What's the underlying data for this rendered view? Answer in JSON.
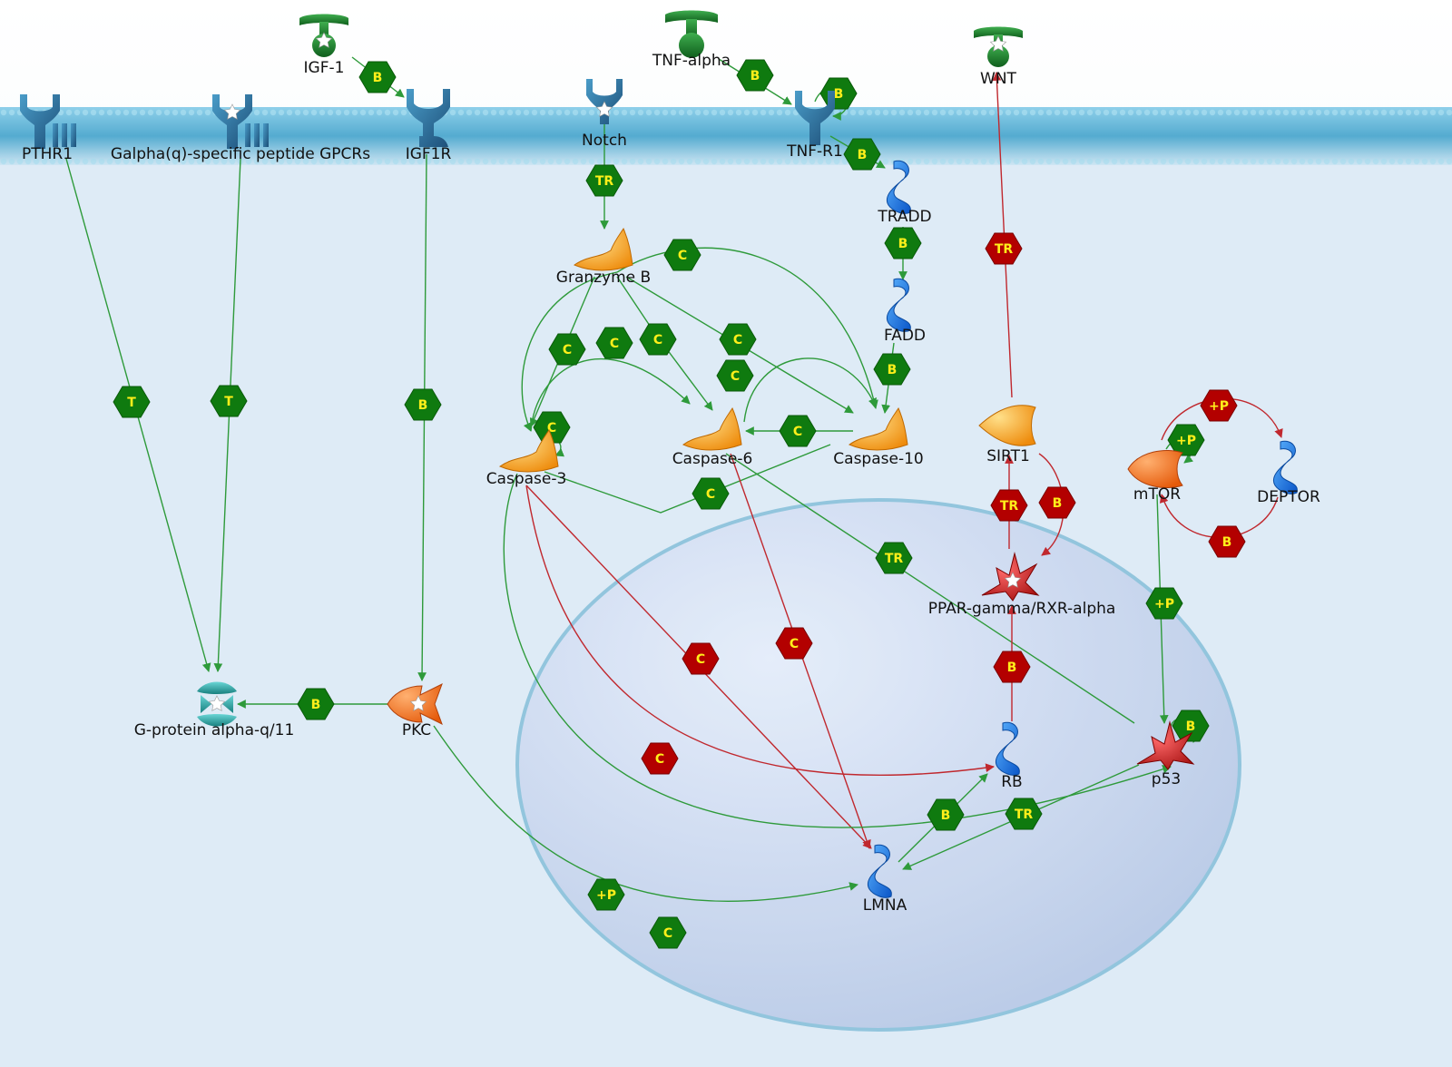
{
  "nodes": {
    "igf1": "IGF-1",
    "tnf_alpha": "TNF-alpha",
    "wnt": "WNT",
    "pthr1": "PTHR1",
    "gpcrs": "Galpha(q)-specific peptide GPCRs",
    "igf1r": "IGF1R",
    "notch": "Notch",
    "tnf_r1": "TNF-R1",
    "tradd": "TRADD",
    "fadd": "FADD",
    "granzyme_b": "Granzyme B",
    "caspase_3": "Caspase-3",
    "caspase_6": "Caspase-6",
    "caspase_10": "Caspase-10",
    "sirt1": "SIRT1",
    "mtor": "mTOR",
    "deptor": "DEPTOR",
    "ppar_rxr": "PPAR-gamma/RXR-alpha",
    "g_protein": "G-protein alpha-q/11",
    "pkc": "PKC",
    "rb": "RB",
    "p53": "p53",
    "lmna": "LMNA"
  },
  "legend_codes": {
    "binding": "B",
    "transcription": "TR",
    "transformation": "T",
    "cleavage": "C",
    "phosphorylation": "+P"
  },
  "colors": {
    "activation": "#2e9a3a",
    "inhibition": "#c0282e",
    "badge_green": "#0f7a0f",
    "badge_red": "#b30000",
    "badge_text": "#ffef1a",
    "cytoplasm": "#ddebf6",
    "membrane": "#5fb2d4",
    "nucleus": "#c8d6ef",
    "protease": "#f39a1a",
    "kinase": "#f0701a",
    "adaptor": "#1f7ae0",
    "receptor": "#2a6f9b",
    "ligand": "#1a7a2a",
    "transcription_factor": "#c81818",
    "g_protein": "#2aa7a7"
  }
}
